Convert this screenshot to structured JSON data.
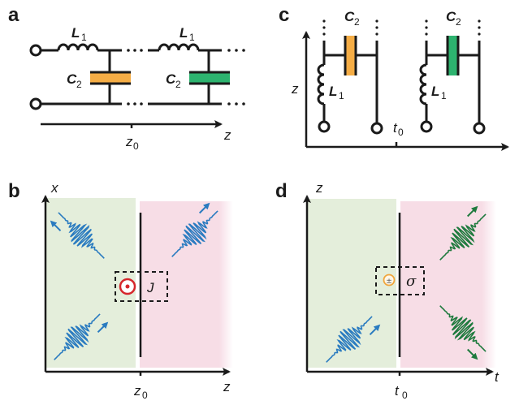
{
  "figure": {
    "panels": {
      "a": {
        "letter": "a",
        "inductor_label": "L",
        "inductor_sub": "1",
        "capacitor_label": "C",
        "capacitor_sub": "2",
        "axis_label": "z",
        "tick_label": "z",
        "tick_sub": "0",
        "capacitor_colors": [
          "#f5ad45",
          "#2db36f"
        ]
      },
      "b": {
        "letter": "b",
        "y_axis_label": "x",
        "x_axis_label": "z",
        "tick_label": "z",
        "tick_sub": "0",
        "boundary_label": "J",
        "source_symbol": "current-out-of-plane",
        "region_colors": [
          "#e4eedb",
          "#f7dde6"
        ],
        "wave_color": "#2a7bc0",
        "source_color": "#d6262b"
      },
      "c": {
        "letter": "c",
        "inductor_label": "L",
        "inductor_sub": "1",
        "capacitor_label": "C",
        "capacitor_sub": "2",
        "y_axis_label": "z",
        "tick_label": "t",
        "tick_sub": "0",
        "capacitor_colors": [
          "#f5ad45",
          "#2db36f"
        ]
      },
      "d": {
        "letter": "d",
        "y_axis_label": "z",
        "x_axis_label": "t",
        "tick_label": "t",
        "tick_sub": "0",
        "boundary_label": "σ",
        "source_symbol": "±",
        "region_colors": [
          "#e4eedb",
          "#f7dde6"
        ],
        "incident_wave_color": "#2a7bc0",
        "scattered_wave_color": "#1f7a3e",
        "source_color": "#f0a53c"
      }
    }
  }
}
